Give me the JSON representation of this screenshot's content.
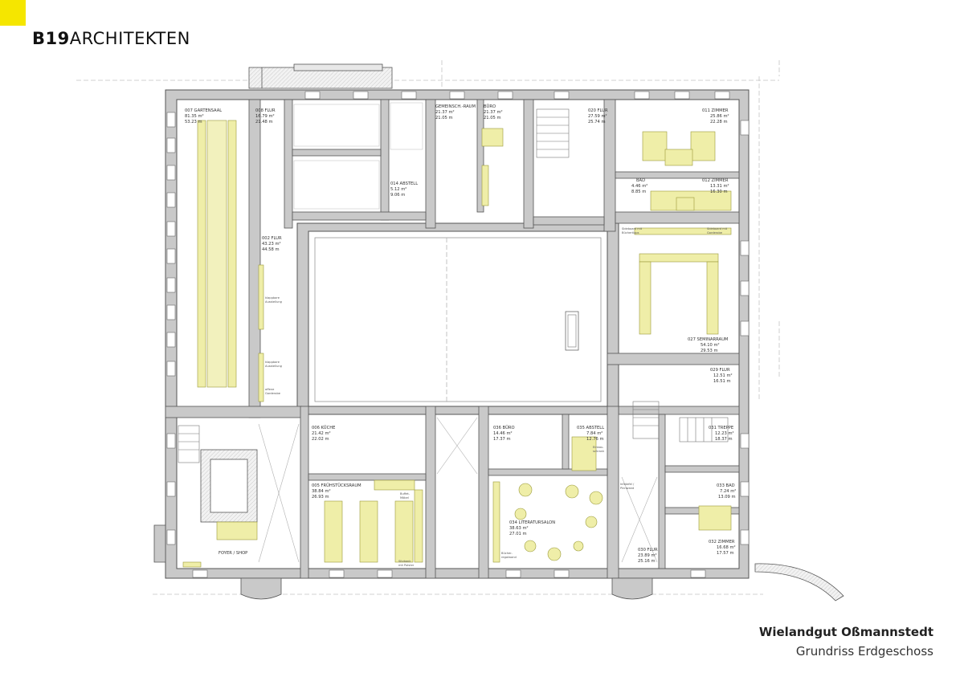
{
  "brand": {
    "bold": "B19",
    "light": "ARCHITEKTEN"
  },
  "title": {
    "main": "Wielandgut Oßmannstedt",
    "sub": "Grundriss Erdgeschoss"
  },
  "colors": {
    "accent": "#f5e600",
    "wall": "#c9c9c9",
    "wall_stroke": "#555555",
    "furniture": "#efeea8",
    "furniture_stroke": "#9a9a3a",
    "line": "#9a9a9a"
  },
  "rooms": {
    "gartensaal": [
      "007 GARTENSAAL",
      "81.35 m²",
      "53.23 m"
    ],
    "flur008": [
      "008 FLUR",
      "16.79 m²",
      "21.48 m"
    ],
    "gemeinsch": [
      "GEMEINSCH.-RAUM",
      "21.37 m²",
      "21.05 m"
    ],
    "buero_top": [
      "BÜRO",
      "21.37 m²",
      "21.05 m"
    ],
    "flur020": [
      "020 FLUR",
      "27.59 m²",
      "25.74 m"
    ],
    "zimmer011": [
      "011 ZIMMER",
      "25.86 m²",
      "22.28 m"
    ],
    "abstell014": [
      "014 ABSTELL",
      "5.12 m²",
      "9.06 m"
    ],
    "bad_top": [
      "BAD",
      "4.46 m²",
      "8.85 m"
    ],
    "zimmer012": [
      "012 ZIMMER",
      "13.31 m²",
      "16.30 m"
    ],
    "flur002": [
      "002 FLUR",
      "43.23 m²",
      "44.58 m"
    ],
    "seminar": [
      "027 SEMINARRAUM",
      "54.10 m²",
      "29.53 m"
    ],
    "flur029": [
      "029 FLUR",
      "12.51 m²",
      "16.51 m"
    ],
    "kueche": [
      "006 KÜCHE",
      "21.42 m²",
      "22.02 m"
    ],
    "buero036": [
      "036 BÜRO",
      "14.46 m²",
      "17.37 m"
    ],
    "abstell035": [
      "035 ABSTELL",
      "7.84 m²",
      "12.76 m"
    ],
    "treppe031": [
      "031 TREPPE",
      "12.23 m²",
      "18.37 m"
    ],
    "fruehstueck": [
      "005 FRÜHSTÜCKSRAUM",
      "38.84 m²",
      "26.93 m"
    ],
    "literatur": [
      "034 LITERATURSALON",
      "38.63 m²",
      "27.01 m"
    ],
    "bad033": [
      "033 BAD",
      "7.24 m²",
      "13.09 m"
    ],
    "flur030": [
      "030 FLUR",
      "23.89 m²",
      "25.16 m"
    ],
    "zimmer032": [
      "032 ZIMMER",
      "16.68 m²",
      "17.57 m"
    ],
    "foyer": [
      "FOYER / SHOP"
    ]
  },
  "notes": {
    "klapp1": [
      "klappbare",
      "Ausstellung"
    ],
    "klapp2": [
      "klappbare",
      "Ausstellung"
    ],
    "offene": [
      "offene",
      "Garderobe"
    ],
    "sideboard_l": [
      "Sideboard mit",
      "Büchertipps"
    ],
    "sideboard_r": [
      "Sideboard mit",
      "Garderobe"
    ],
    "einbau": [
      "Einbau-",
      "schrank"
    ],
    "buffet": [
      "Buffet-",
      "Möbel"
    ],
    "sitzbank": [
      "Sitzbank",
      "mit Polster"
    ],
    "buecher": [
      "Bücher-",
      "regalwand"
    ],
    "infotafel": [
      "Infotafel /",
      "Pinnwand"
    ]
  }
}
